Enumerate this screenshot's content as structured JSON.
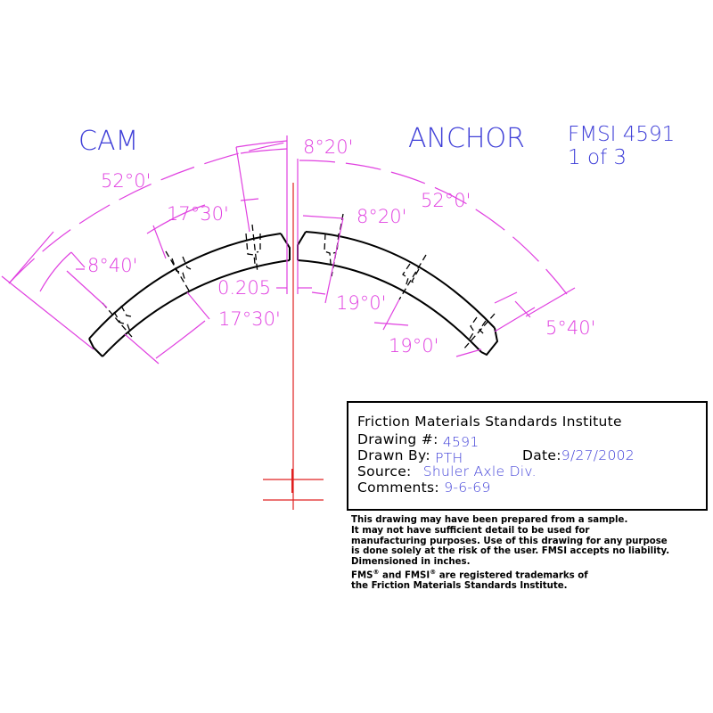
{
  "drawing": {
    "left_label": "CAM",
    "right_label": "ANCHOR",
    "fmsi_number": "FMSI 4591",
    "sheet": "1 of 3",
    "colors": {
      "label_blue": "#4040d8",
      "dimension_magenta": "#e040e0",
      "centerline_red": "#e02020",
      "part_black": "#000000"
    },
    "dimensions": {
      "cam_total_angle": "52°0'",
      "anchor_total_angle": "52°0'",
      "top_gap_angle": "8°20'",
      "anchor_first_slot_angle": "8°20'",
      "cam_slot_spacing_upper": "17°30'",
      "cam_slot_spacing_lower": "17°30'",
      "cam_end_angle": "8°40'",
      "gap_width": "0.205",
      "anchor_slot_spacing_upper": "19°0'",
      "anchor_slot_spacing_lower": "19°0'",
      "anchor_end_angle": "5°40'"
    }
  },
  "title_block": {
    "organization": "Friction Materials Standards Institute",
    "drawing_number_label": "Drawing #:",
    "drawing_number": "4591",
    "drawn_by_label": "Drawn By:",
    "drawn_by": "PTH",
    "date_label": "Date:",
    "date": "9/27/2002",
    "source_label": "Source:",
    "source": "Shuler Axle Div.",
    "comments_label": "Comments:",
    "comments": "9-6-69"
  },
  "disclaimer": {
    "lines": [
      "This drawing may have been prepared from a sample.",
      "It may not have sufficient detail to be used for",
      "manufacturing purposes.  Use of this drawing for any purpose",
      "is done solely at the risk of the user. FMSI accepts no liability.",
      "Dimensioned in inches."
    ],
    "trademark_fms": "FMS",
    "trademark_and": " and ",
    "trademark_fmsi": "FMSI",
    "trademark_rest": " are registered trademarks of",
    "trademark_line2": "the Friction Materials Standards Institute.",
    "registered_mark": "®"
  }
}
